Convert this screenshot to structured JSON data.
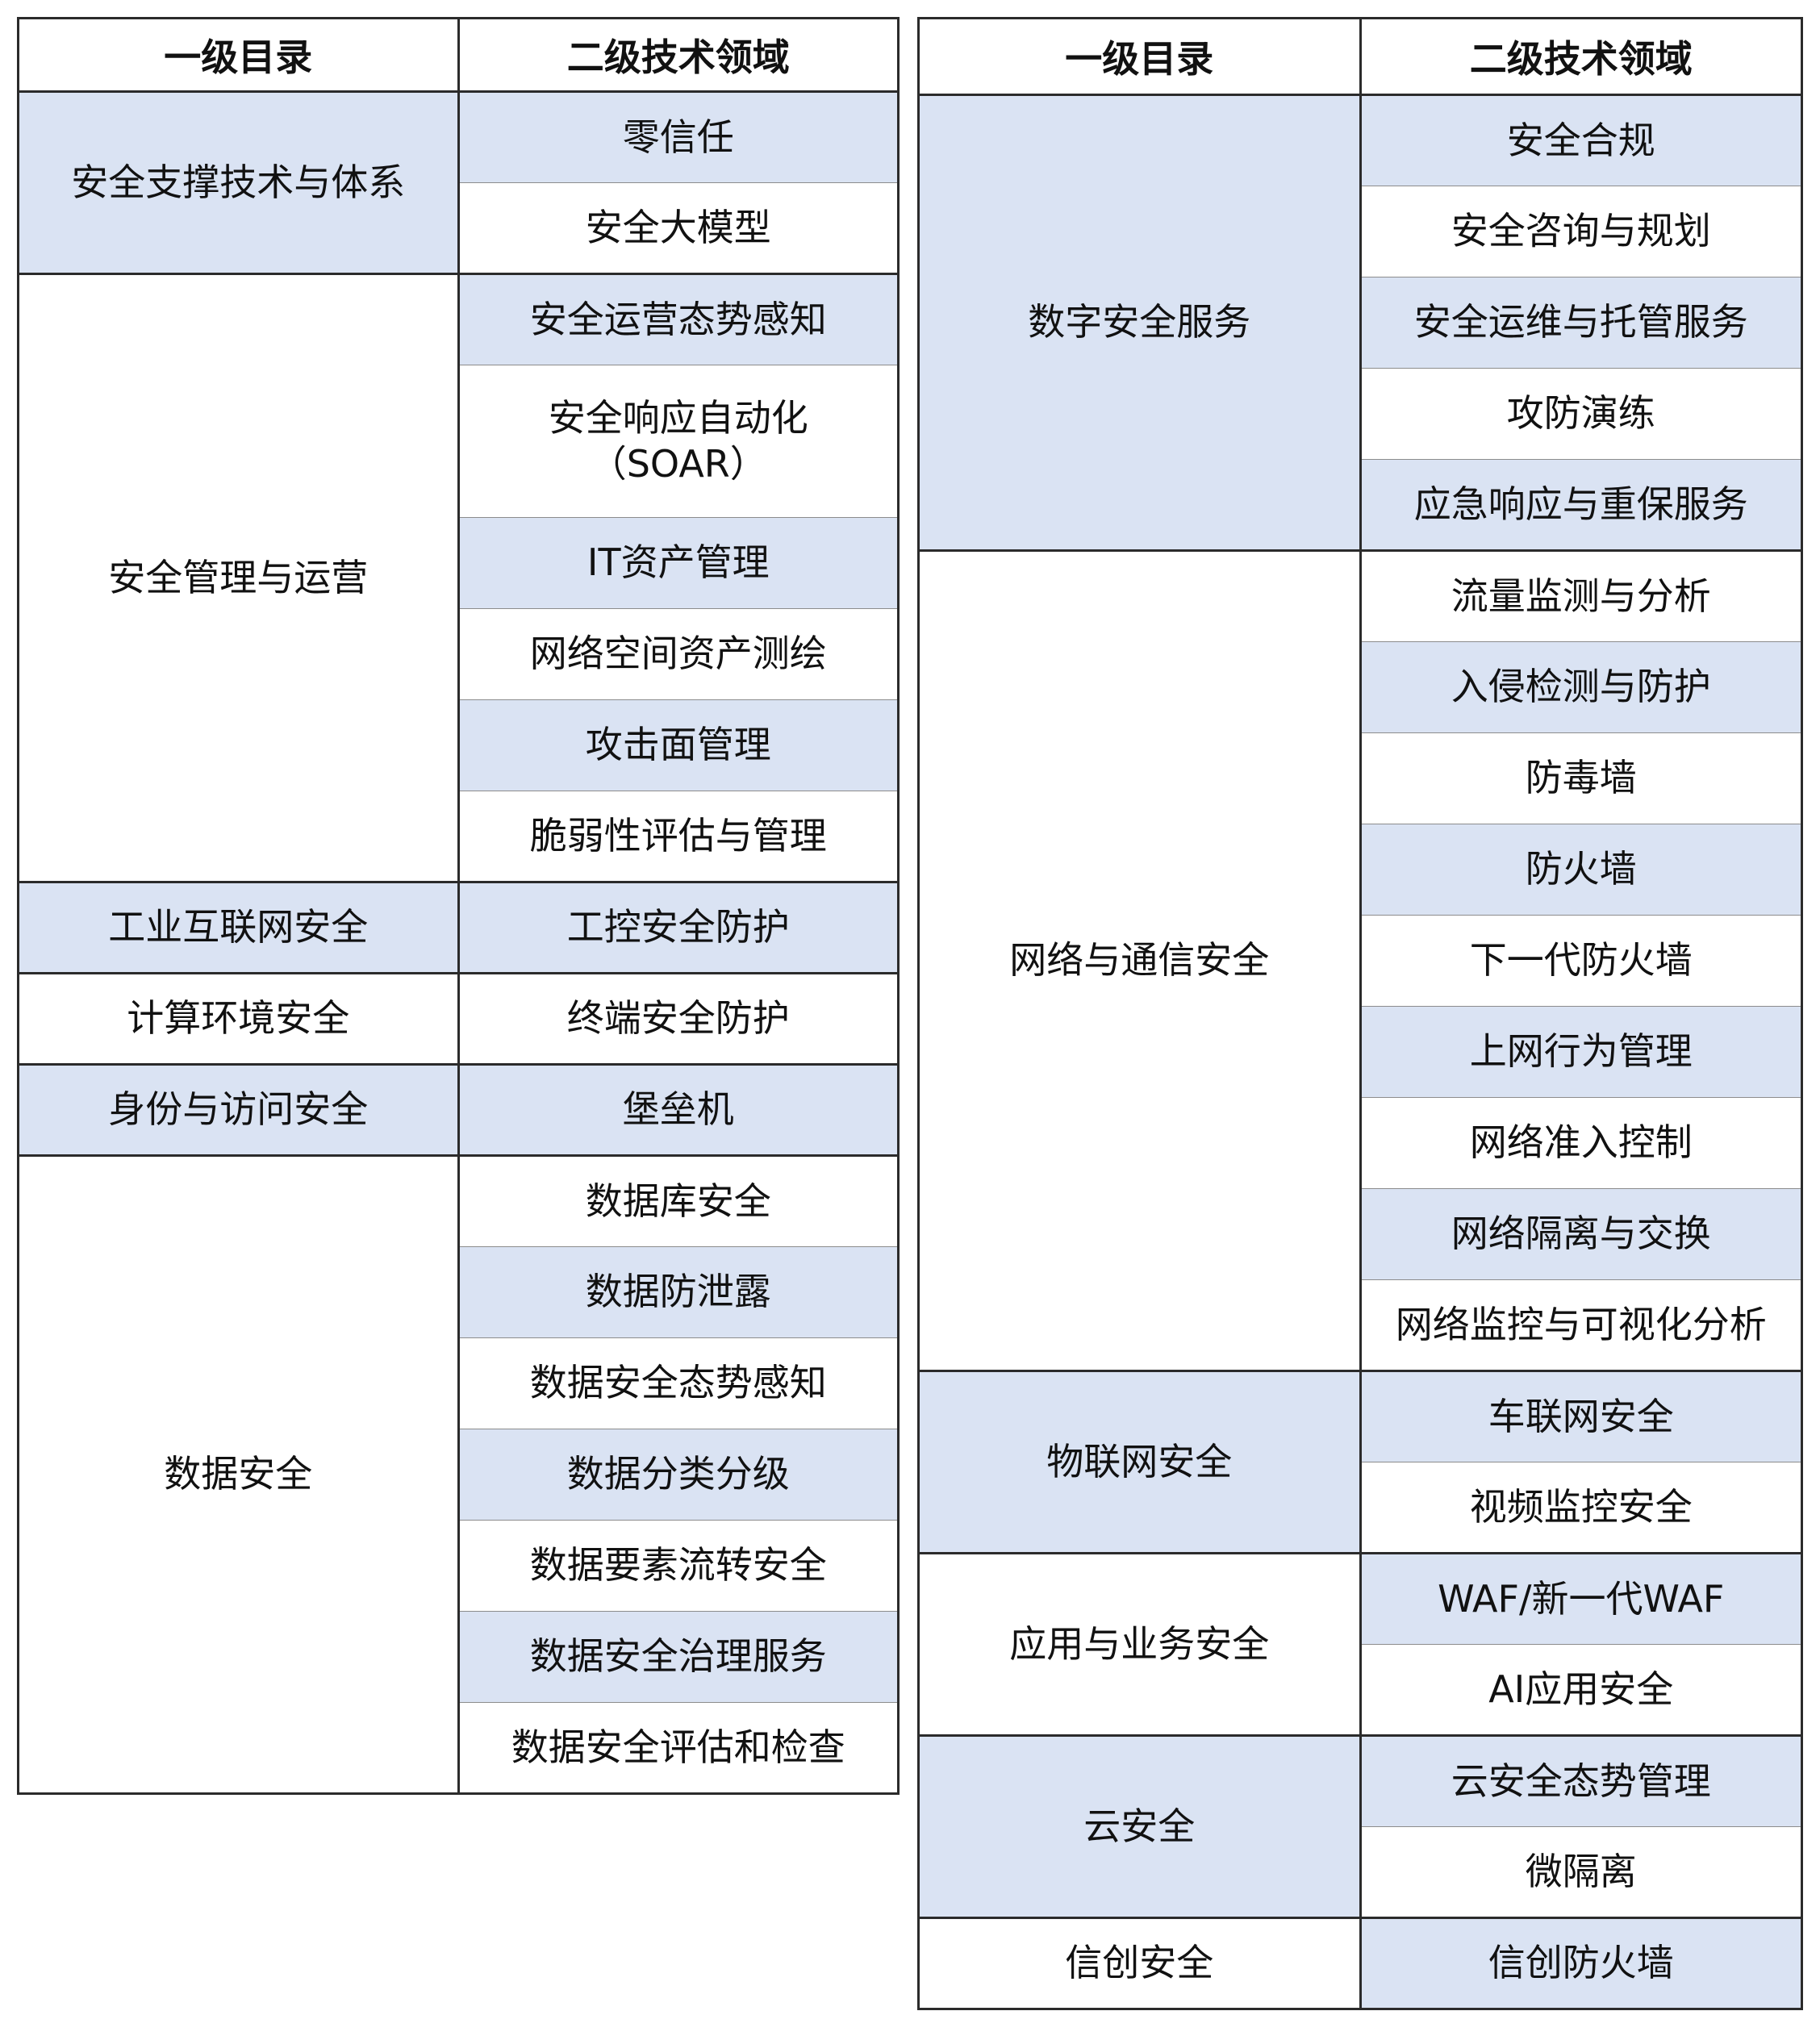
{
  "headers": {
    "level1": "一级目录",
    "level2": "二级技术领域"
  },
  "left": {
    "groups": [
      {
        "name": "安全支撑技术与体系",
        "items": [
          "零信任",
          "安全大模型"
        ]
      },
      {
        "name": "安全管理与运营",
        "items": [
          "安全运营态势感知",
          "安全响应自动化\n（SOAR）",
          "IT资产管理",
          "网络空间资产测绘",
          "攻击面管理",
          "脆弱性评估与管理"
        ]
      },
      {
        "name": "工业互联网安全",
        "items": [
          "工控安全防护"
        ]
      },
      {
        "name": "计算环境安全",
        "items": [
          "终端安全防护"
        ]
      },
      {
        "name": "身份与访问安全",
        "items": [
          "堡垒机"
        ]
      },
      {
        "name": "数据安全",
        "items": [
          "数据库安全",
          "数据防泄露",
          "数据安全态势感知",
          "数据分类分级",
          "数据要素流转安全",
          "数据安全治理服务",
          "数据安全评估和检查"
        ]
      }
    ]
  },
  "right": {
    "groups": [
      {
        "name": "数字安全服务",
        "items": [
          "安全合规",
          "安全咨询与规划",
          "安全运维与托管服务",
          "攻防演练",
          "应急响应与重保服务"
        ]
      },
      {
        "name": "网络与通信安全",
        "items": [
          "流量监测与分析",
          "入侵检测与防护",
          "防毒墙",
          "防火墙",
          "下一代防火墙",
          "上网行为管理",
          "网络准入控制",
          "网络隔离与交换",
          "网络监控与可视化分析"
        ]
      },
      {
        "name": "物联网安全",
        "items": [
          "车联网安全",
          "视频监控安全"
        ]
      },
      {
        "name": "应用与业务安全",
        "items": [
          "WAF/新一代WAF",
          "AI应用安全"
        ]
      },
      {
        "name": "云安全",
        "items": [
          "云安全态势管理",
          "微隔离"
        ]
      },
      {
        "name": "信创安全",
        "items": [
          "信创防火墙"
        ]
      }
    ]
  },
  "colors": {
    "shade": "#dae3f3",
    "border": "#2b2b2b"
  }
}
